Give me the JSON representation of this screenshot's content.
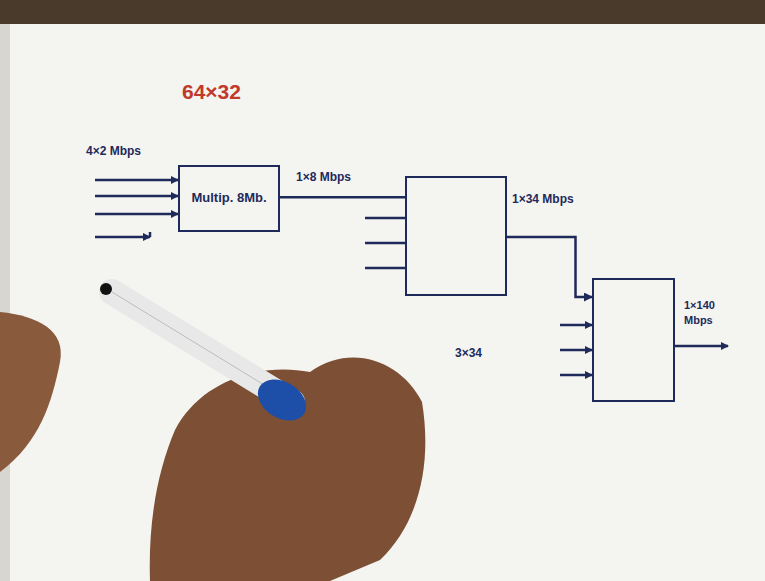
{
  "diagram": {
    "nodes": [
      {
        "text": [
          "Multip. 8Mb."
        ]
      },
      {
        "text": []
      },
      {
        "text": []
      }
    ],
    "edges": [
      {
        "from": 0,
        "to": 1,
        "arrow": "none",
        "label": "1×8 Mbps"
      },
      {
        "from": 1,
        "to": 2,
        "arrow": "to",
        "label": "1×34 Mbps"
      }
    ],
    "labels": [
      "64×32",
      "4×2 Mbps",
      "3×34",
      "1×140 Mbps"
    ]
  }
}
